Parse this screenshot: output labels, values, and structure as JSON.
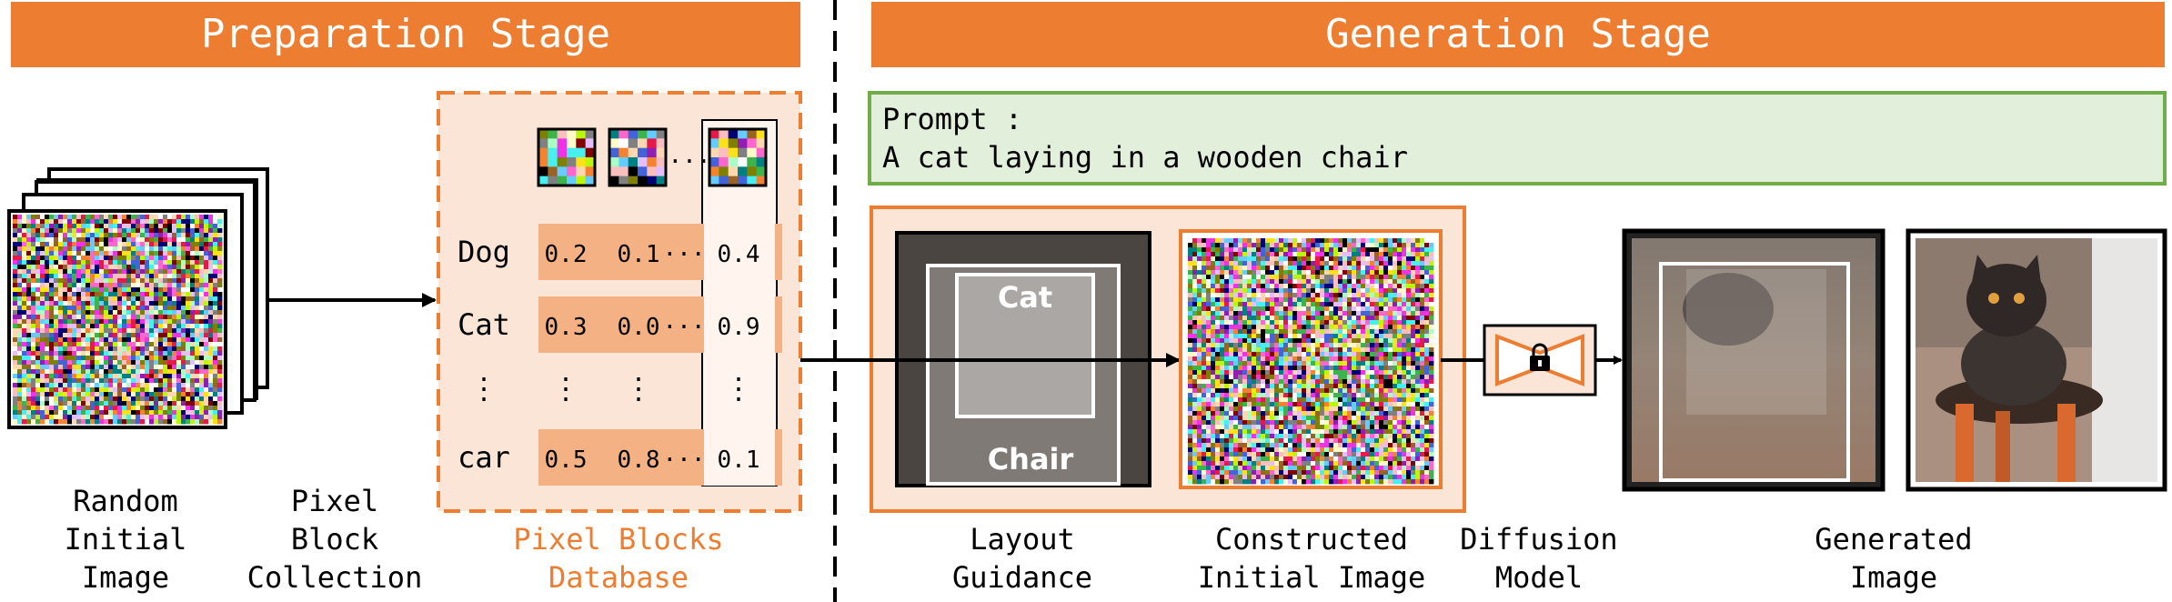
{
  "headers": {
    "preparation": "Preparation Stage",
    "generation": "Generation Stage"
  },
  "prompt": {
    "label": "Prompt :",
    "text": "A cat laying in a wooden chair"
  },
  "database": {
    "rows": [
      {
        "label": "Dog",
        "v1": "0.2",
        "v2": "0.1",
        "ellipsis": "···",
        "v3": "0.4"
      },
      {
        "label": "Cat",
        "v1": "0.3",
        "v2": "0.0",
        "ellipsis": "···",
        "v3": "0.9"
      },
      {
        "label": "⋮",
        "v1": "⋮",
        "v2": "⋮",
        "ellipsis": "",
        "v3": "⋮"
      },
      {
        "label": "car",
        "v1": "0.5",
        "v2": "0.8",
        "ellipsis": "···",
        "v3": "0.1"
      }
    ],
    "block_ellipsis": "···"
  },
  "layout": {
    "cat_label": "Cat",
    "chair_label": "Chair"
  },
  "captions": {
    "random_initial_image": [
      "Random",
      "Initial",
      "Image"
    ],
    "pixel_block_collection": [
      "Pixel",
      "Block",
      "Collection"
    ],
    "pixel_blocks_database": [
      "Pixel Blocks",
      "Database"
    ],
    "layout_guidance": [
      "Layout",
      "Guidance"
    ],
    "constructed_initial_image": [
      "Constructed",
      "Initial Image"
    ],
    "diffusion_model": [
      "Diffusion",
      "Model"
    ],
    "generated_image": [
      "Generated",
      "Image"
    ]
  },
  "colors": {
    "orange": "#ED7D31",
    "light_orange": "#FBE5D6",
    "cell_orange": "#F4B183",
    "green_border": "#70AD47",
    "green_fill": "#E2EFDA"
  }
}
